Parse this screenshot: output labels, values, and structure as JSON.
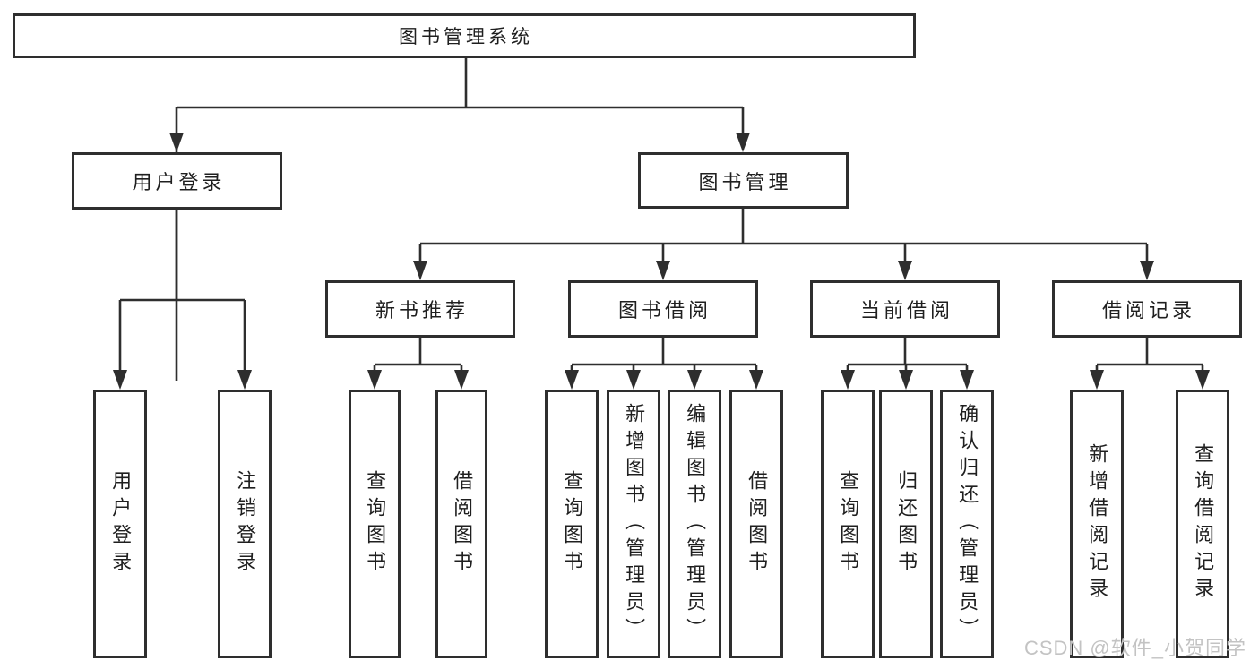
{
  "tree": {
    "root": {
      "label": "图书管理系统"
    },
    "user_login": {
      "label": "用户登录",
      "children": [
        {
          "label": "用户登录"
        },
        {
          "label": "注销登录"
        }
      ]
    },
    "book_management": {
      "label": "图书管理",
      "sections": {
        "new_book_recommend": {
          "label": "新书推荐",
          "children": [
            {
              "label": "查询图书"
            },
            {
              "label": "借阅图书"
            }
          ]
        },
        "book_borrow": {
          "label": "图书借阅",
          "children": [
            {
              "label": "查询图书"
            },
            {
              "label": "新增图书（管理员）"
            },
            {
              "label": "编辑图书（管理员）"
            },
            {
              "label": "借阅图书"
            }
          ]
        },
        "current_borrow": {
          "label": "当前借阅",
          "children": [
            {
              "label": "查询图书"
            },
            {
              "label": "归还图书"
            },
            {
              "label": "确认归还（管理员）"
            }
          ]
        },
        "borrow_records": {
          "label": "借阅记录",
          "children": [
            {
              "label": "新增借阅记录"
            },
            {
              "label": "查询借阅记录"
            }
          ]
        }
      }
    }
  },
  "watermark": "CSDN @软件_小贺同学",
  "colors": {
    "line": "#2e2e2e",
    "text": "#1f1f1f",
    "background": "#ffffff",
    "watermark": "#c3c3c3"
  }
}
